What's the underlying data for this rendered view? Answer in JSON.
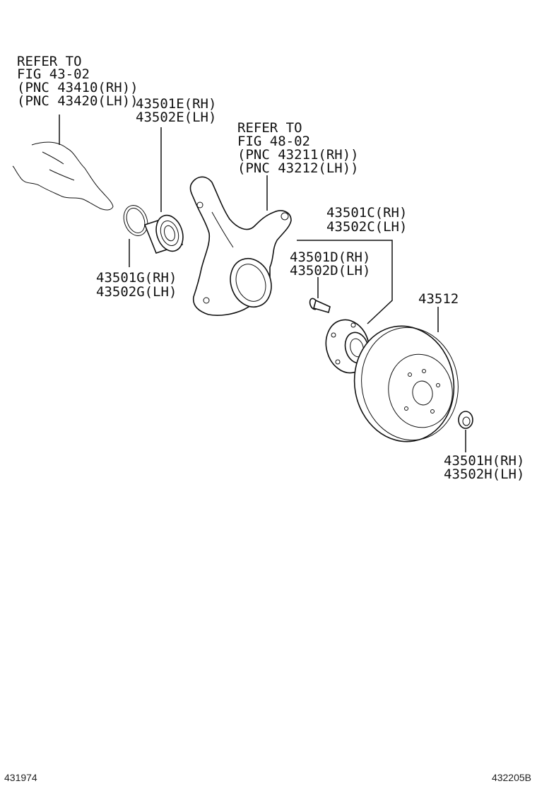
{
  "refer_shaft": [
    "REFER TO",
    "FIG 43-02",
    "(PNC 43410(RH))",
    "(PNC 43420(LH))"
  ],
  "refer_knuckle": [
    "REFER TO",
    "FIG 48-02",
    "(PNC 43211(RH))",
    "(PNC 43212(LH))"
  ],
  "part_e": [
    "43501E(RH)",
    "43502E(LH)"
  ],
  "part_g": [
    "43501G(RH)",
    "43502G(LH)"
  ],
  "part_c": [
    "43501C(RH)",
    "43502C(LH)"
  ],
  "part_d": [
    "43501D(RH)",
    "43502D(LH)"
  ],
  "part_disc": "43512",
  "part_h": [
    "43501H(RH)",
    "43502H(LH)"
  ],
  "footer": {
    "left": "431974",
    "right": "432205B"
  },
  "colors": {
    "ink": "#111111",
    "background": "#ffffff"
  }
}
